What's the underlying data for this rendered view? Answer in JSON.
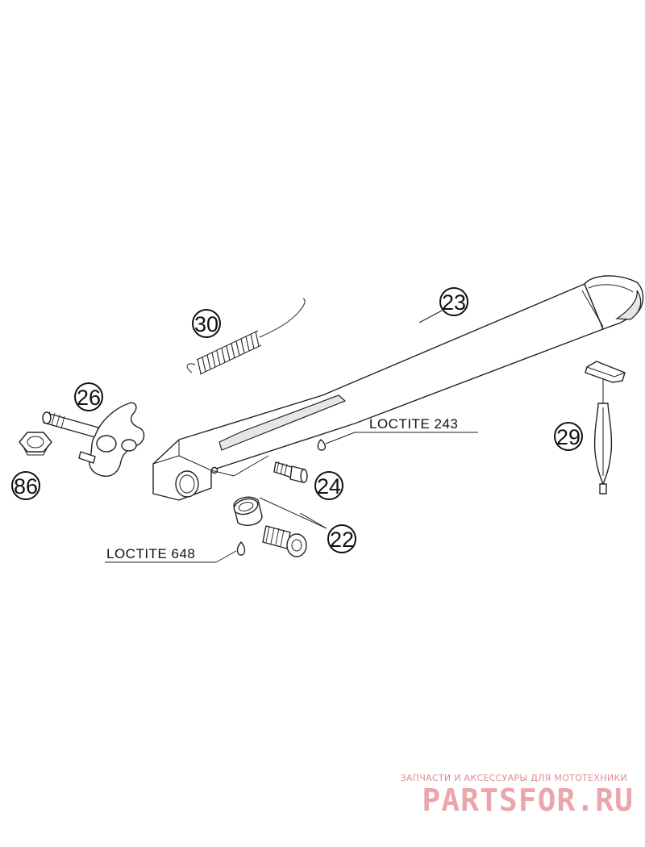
{
  "callouts": {
    "c23": "23",
    "c30": "30",
    "c26": "26",
    "c86": "86",
    "c24": "24",
    "c22": "22",
    "c29": "29"
  },
  "labels": {
    "loctite_243": "LOCTITE 243",
    "loctite_648": "LOCTITE 648"
  },
  "watermark": {
    "tagline": "ЗАПЧАСТИ И АКСЕССУАРЫ ДЛЯ МОТОТЕХНИКИ",
    "brand": "PARTSFOR.RU",
    "color": "#d43c46"
  }
}
